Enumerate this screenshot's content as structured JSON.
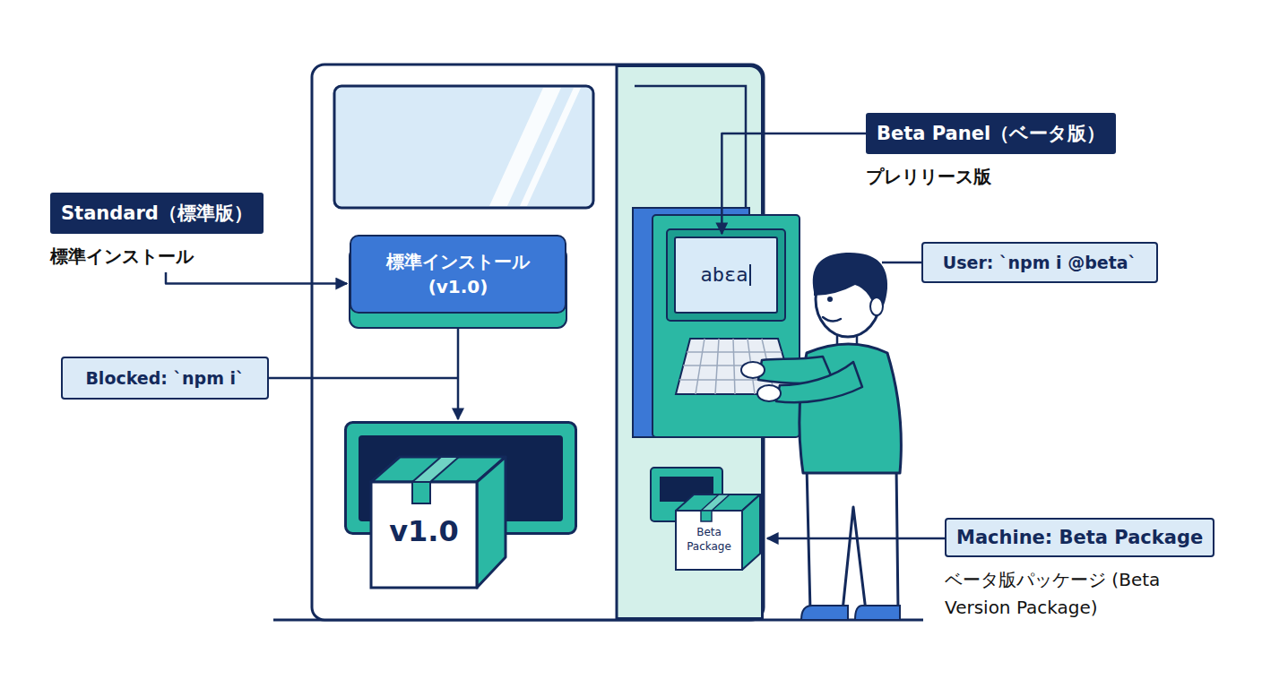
{
  "diagram": {
    "nodes": [
      {
        "text": [
          "Standard（標準版）",
          "標準インストール"
        ]
      },
      {
        "text": [
          "標準インストール (v1.0)"
        ]
      },
      {
        "text": [
          "Blocked: `npm i`"
        ]
      },
      {
        "text": [
          "v1.0"
        ]
      },
      {
        "text": [
          "Beta Panel（ベータ版）",
          "プレリリース版"
        ]
      },
      {
        "text": [
          "abεa"
        ]
      },
      {
        "text": [
          "User: `npm i @beta`"
        ]
      },
      {
        "text": [
          "Beta Package"
        ]
      },
      {
        "text": [
          "Machine: Beta Package",
          "ベータ版パッケージ (Beta Version Package)"
        ]
      }
    ],
    "edges": [
      {
        "from": 0,
        "to": 1,
        "arrow": "to"
      },
      {
        "from": 1,
        "to": 3,
        "arrow": "to"
      },
      {
        "from": 4,
        "to": 5,
        "arrow": "to"
      },
      {
        "from": 8,
        "to": 7,
        "arrow": "to"
      }
    ]
  }
}
